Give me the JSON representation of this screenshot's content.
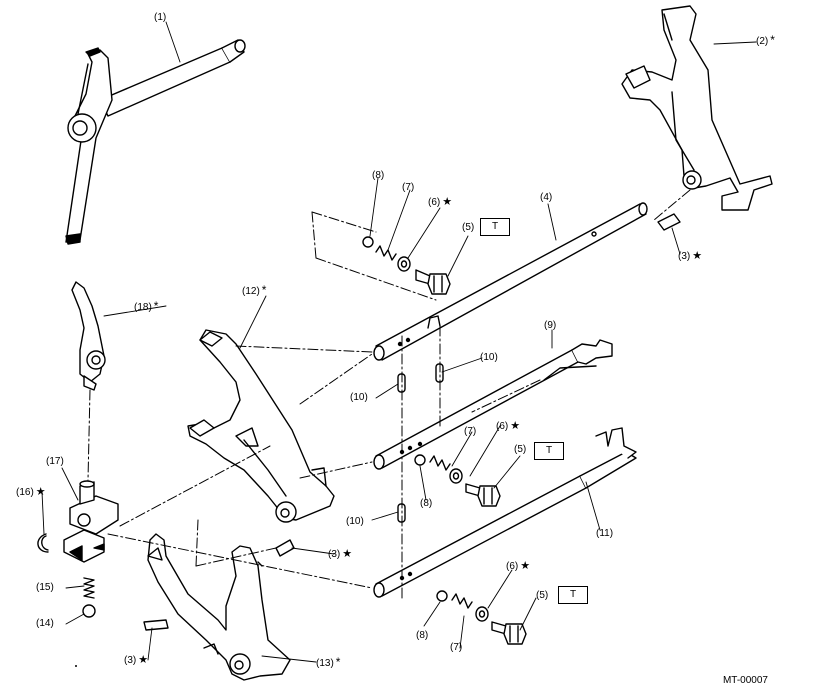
{
  "figure_code": "MT-00007",
  "torque_mark": "T",
  "star_symbol": "★",
  "asterisk_symbol": "*",
  "labels": [
    {
      "id": "1",
      "text": "(1)",
      "mark": ""
    },
    {
      "id": "2",
      "text": "(2)",
      "mark": "*"
    },
    {
      "id": "3a",
      "text": "(3)",
      "mark": "★"
    },
    {
      "id": "3b",
      "text": "(3)",
      "mark": "★"
    },
    {
      "id": "3c",
      "text": "(3)",
      "mark": "★"
    },
    {
      "id": "4",
      "text": "(4)",
      "mark": ""
    },
    {
      "id": "5a",
      "text": "(5)",
      "mark": ""
    },
    {
      "id": "5b",
      "text": "(5)",
      "mark": ""
    },
    {
      "id": "5c",
      "text": "(5)",
      "mark": ""
    },
    {
      "id": "6a",
      "text": "(6)",
      "mark": "★"
    },
    {
      "id": "6b",
      "text": "(6)",
      "mark": "★"
    },
    {
      "id": "6c",
      "text": "(6)",
      "mark": "★"
    },
    {
      "id": "7a",
      "text": "(7)",
      "mark": ""
    },
    {
      "id": "7b",
      "text": "(7)",
      "mark": ""
    },
    {
      "id": "7c",
      "text": "(7)",
      "mark": ""
    },
    {
      "id": "8a",
      "text": "(8)",
      "mark": ""
    },
    {
      "id": "8b",
      "text": "(8)",
      "mark": ""
    },
    {
      "id": "8c",
      "text": "(8)",
      "mark": ""
    },
    {
      "id": "9",
      "text": "(9)",
      "mark": ""
    },
    {
      "id": "10a",
      "text": "(10)",
      "mark": ""
    },
    {
      "id": "10b",
      "text": "(10)",
      "mark": ""
    },
    {
      "id": "10c",
      "text": "(10)",
      "mark": ""
    },
    {
      "id": "11",
      "text": "(11)",
      "mark": ""
    },
    {
      "id": "12",
      "text": "(12)",
      "mark": "*"
    },
    {
      "id": "13",
      "text": "(13)",
      "mark": "*"
    },
    {
      "id": "14",
      "text": "(14)",
      "mark": ""
    },
    {
      "id": "15",
      "text": "(15)",
      "mark": ""
    },
    {
      "id": "16",
      "text": "(16)",
      "mark": "★"
    },
    {
      "id": "17",
      "text": "(17)",
      "mark": ""
    },
    {
      "id": "18",
      "text": "(18)",
      "mark": "*"
    }
  ]
}
